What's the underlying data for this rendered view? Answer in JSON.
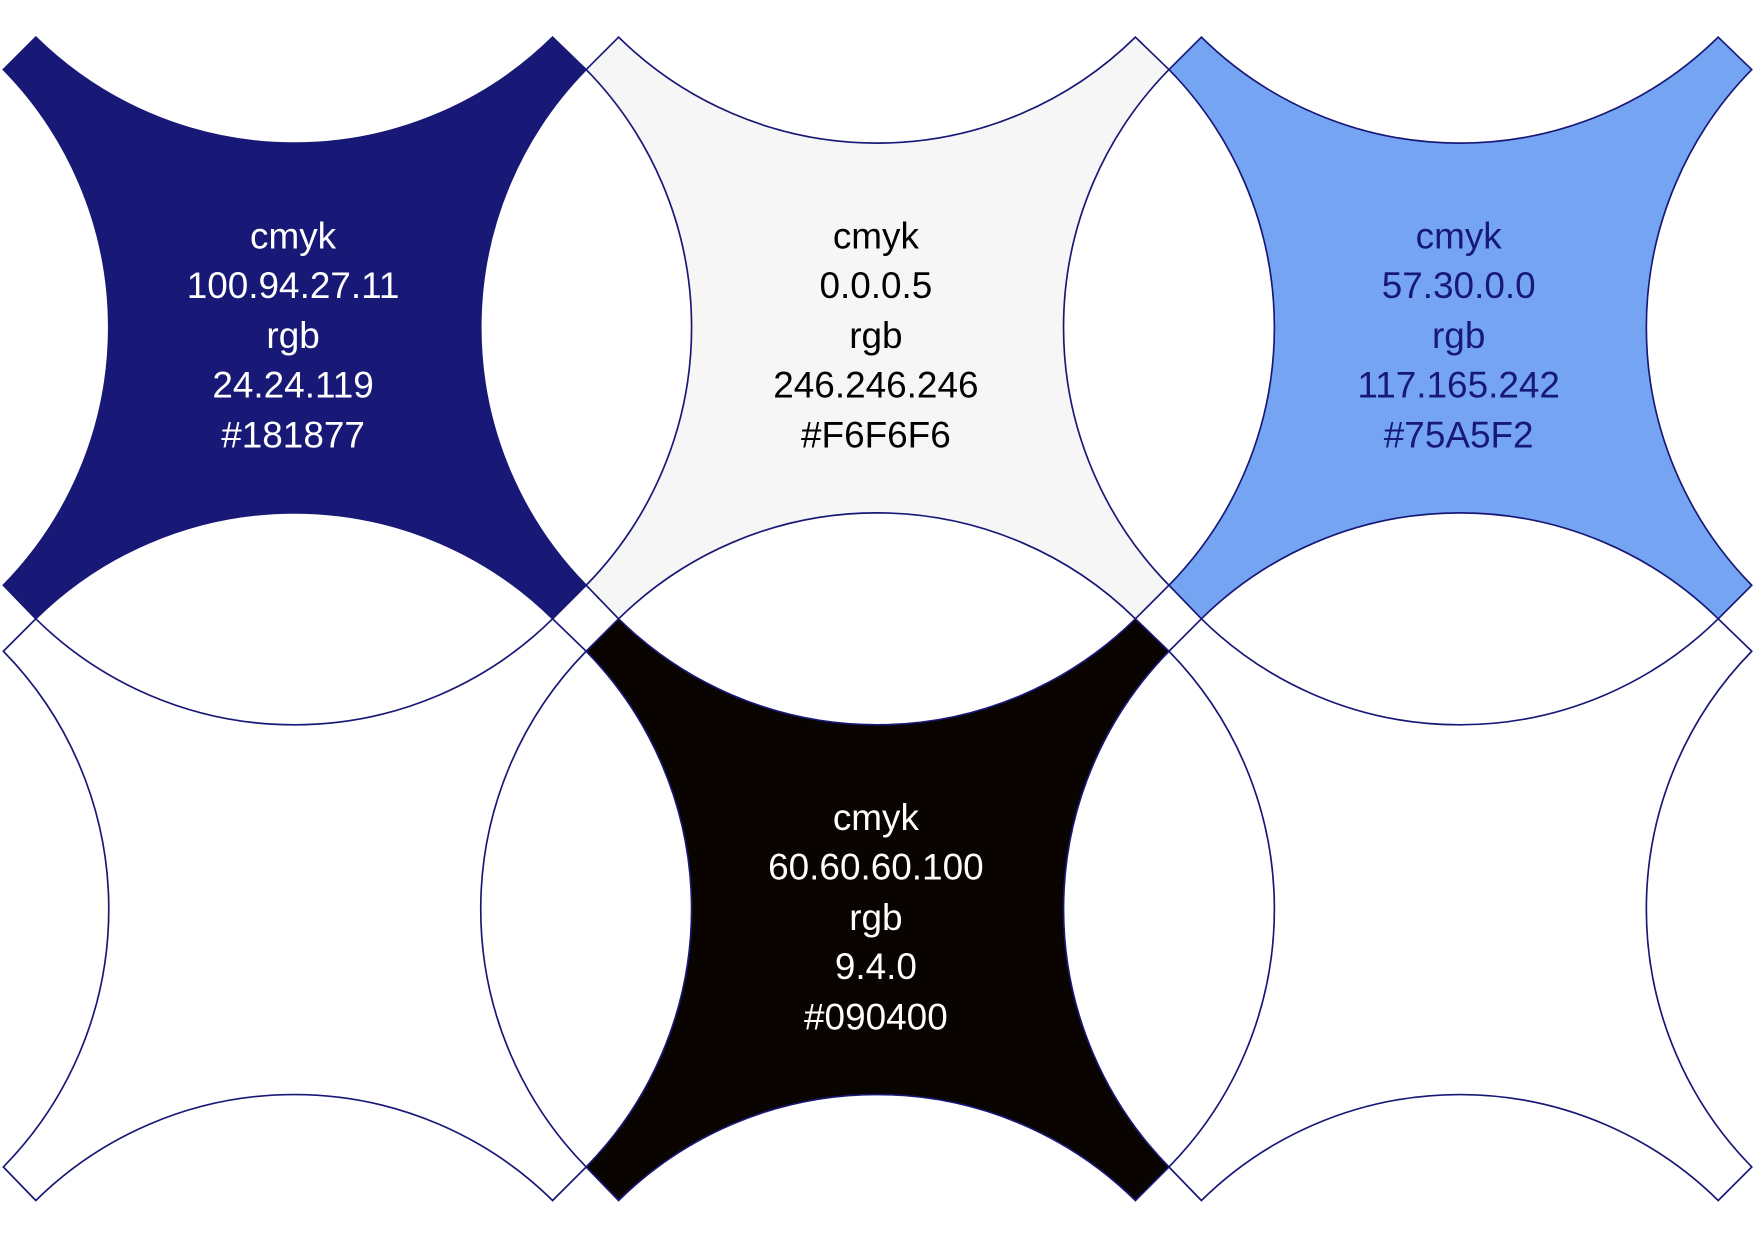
{
  "outline_color": "#181877",
  "swatches": [
    {
      "fill": "#181877",
      "text_color": "#FFFFFF",
      "lines": [
        "cmyk",
        "100.94.27.11",
        "rgb",
        "24.24.119",
        "#181877"
      ]
    },
    {
      "fill": "#F6F6F6",
      "text_color": "#000000",
      "lines": [
        "cmyk",
        "0.0.0.5",
        "rgb",
        "246.246.246",
        "#F6F6F6"
      ]
    },
    {
      "fill": "#75A5F2",
      "text_color": "#181877",
      "lines": [
        "cmyk",
        "57.30.0.0",
        "rgb",
        "117.165.242",
        "#75A5F2"
      ]
    },
    {
      "fill": "#FFFFFF",
      "text_color": "#000000",
      "lines": []
    },
    {
      "fill": "#090400",
      "text_color": "#FFFFFF",
      "lines": [
        "cmyk",
        "60.60.60.100",
        "rgb",
        "9.4.0",
        "#090400"
      ]
    },
    {
      "fill": "#FFFFFF",
      "text_color": "#000000",
      "lines": []
    }
  ]
}
